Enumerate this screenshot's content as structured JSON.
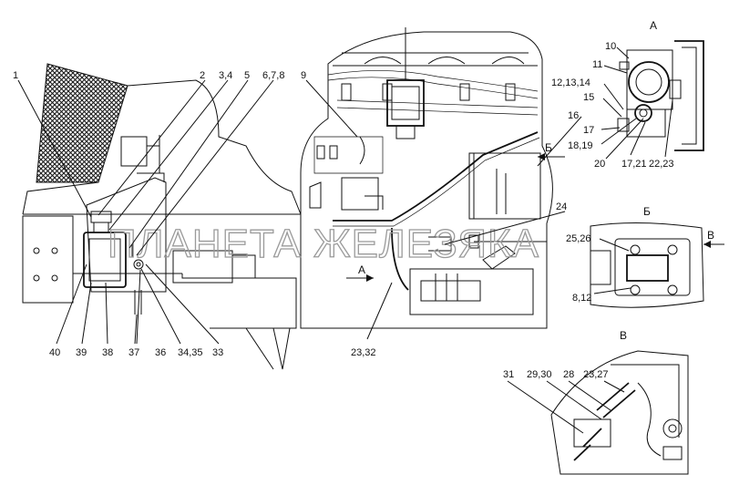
{
  "watermark": "ПЛАНЕТА ЖЕЛЕЗЯКА",
  "views": {
    "a": "А",
    "b": "Б",
    "v": "В",
    "arrow_b": "Б",
    "arrow_a": "А",
    "arrow_v": "В"
  },
  "callouts": [
    {
      "id": "c1",
      "text": "1"
    },
    {
      "id": "c2",
      "text": "2"
    },
    {
      "id": "c3",
      "text": "3,4"
    },
    {
      "id": "c5",
      "text": "5"
    },
    {
      "id": "c6",
      "text": "6,7,8"
    },
    {
      "id": "c9",
      "text": "9"
    },
    {
      "id": "c10",
      "text": "10"
    },
    {
      "id": "c11",
      "text": "11"
    },
    {
      "id": "c12",
      "text": "12,13,14"
    },
    {
      "id": "c15",
      "text": "15"
    },
    {
      "id": "c16",
      "text": "16"
    },
    {
      "id": "c17",
      "text": "17"
    },
    {
      "id": "c18",
      "text": "18,19"
    },
    {
      "id": "c20",
      "text": "20"
    },
    {
      "id": "c1721",
      "text": "17,21"
    },
    {
      "id": "c2223",
      "text": "22,23"
    },
    {
      "id": "c24",
      "text": "24"
    },
    {
      "id": "c2526",
      "text": "25,26"
    },
    {
      "id": "c812",
      "text": "8,12"
    },
    {
      "id": "c2332",
      "text": "23,32"
    },
    {
      "id": "c33",
      "text": "33"
    },
    {
      "id": "c3435",
      "text": "34,35"
    },
    {
      "id": "c36",
      "text": "36"
    },
    {
      "id": "c37",
      "text": "37"
    },
    {
      "id": "c38",
      "text": "38"
    },
    {
      "id": "c39",
      "text": "39"
    },
    {
      "id": "c40",
      "text": "40"
    },
    {
      "id": "c31",
      "text": "31"
    },
    {
      "id": "c2930",
      "text": "29,30"
    },
    {
      "id": "c28",
      "text": "28"
    },
    {
      "id": "c2327",
      "text": "23,27"
    }
  ]
}
